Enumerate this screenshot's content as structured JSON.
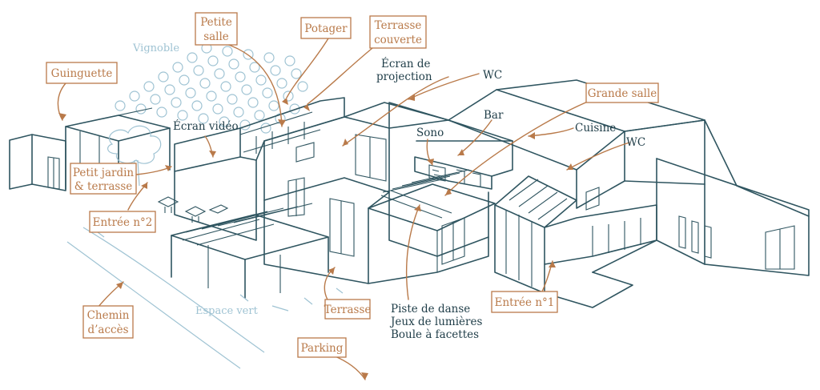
{
  "colors": {
    "accent": "#b97a4a",
    "ink": "#2f5560",
    "light": "#9fc3d3"
  },
  "labels": {
    "guinguette": "Guinguette",
    "petite_salle_1": "Petite",
    "petite_salle_2": "salle",
    "potager": "Potager",
    "terrasse_couverte_1": "Terrasse",
    "terrasse_couverte_2": "couverte",
    "petit_jardin_1": "Petit jardin",
    "petit_jardin_2": "& terrasse",
    "entree_2": "Entrée n°2",
    "chemin_1": "Chemin",
    "chemin_2": "d’accès",
    "terrasse": "Terrasse",
    "parking": "Parking",
    "grande_salle": "Grande salle",
    "entree_1": "Entrée n°1"
  },
  "texts": {
    "vignoble": "Vignoble",
    "ecran_projection_1": "Écran de",
    "ecran_projection_2": "projection",
    "wc_top": "WC",
    "ecran_video": "Écran vidéo",
    "sono": "Sono",
    "bar": "Bar",
    "cuisine": "Cuisine",
    "wc_right": "WC",
    "espace_vert": "Espace vert",
    "piste_1": "Piste de danse",
    "piste_2": "Jeux de lumières",
    "piste_3": "Boule à facettes"
  }
}
